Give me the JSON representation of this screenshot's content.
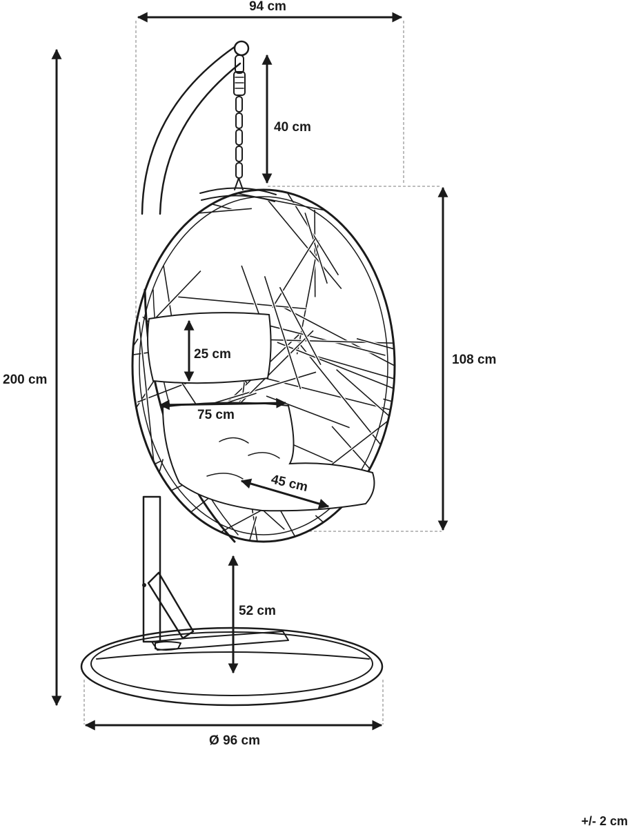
{
  "dimensions": {
    "top_width": "94 cm",
    "chain_length": "40 cm",
    "total_height": "200 cm",
    "seat_height": "108 cm",
    "pillow_height": "25 cm",
    "inner_width": "75 cm",
    "seat_depth": "45 cm",
    "floor_clearance": "52 cm",
    "base_diameter": "Ø 96 cm"
  },
  "tolerance": "+/- 2 cm",
  "colors": {
    "ink": "#1a1a1a",
    "guide": "#7a7a7a",
    "background": "#ffffff"
  }
}
